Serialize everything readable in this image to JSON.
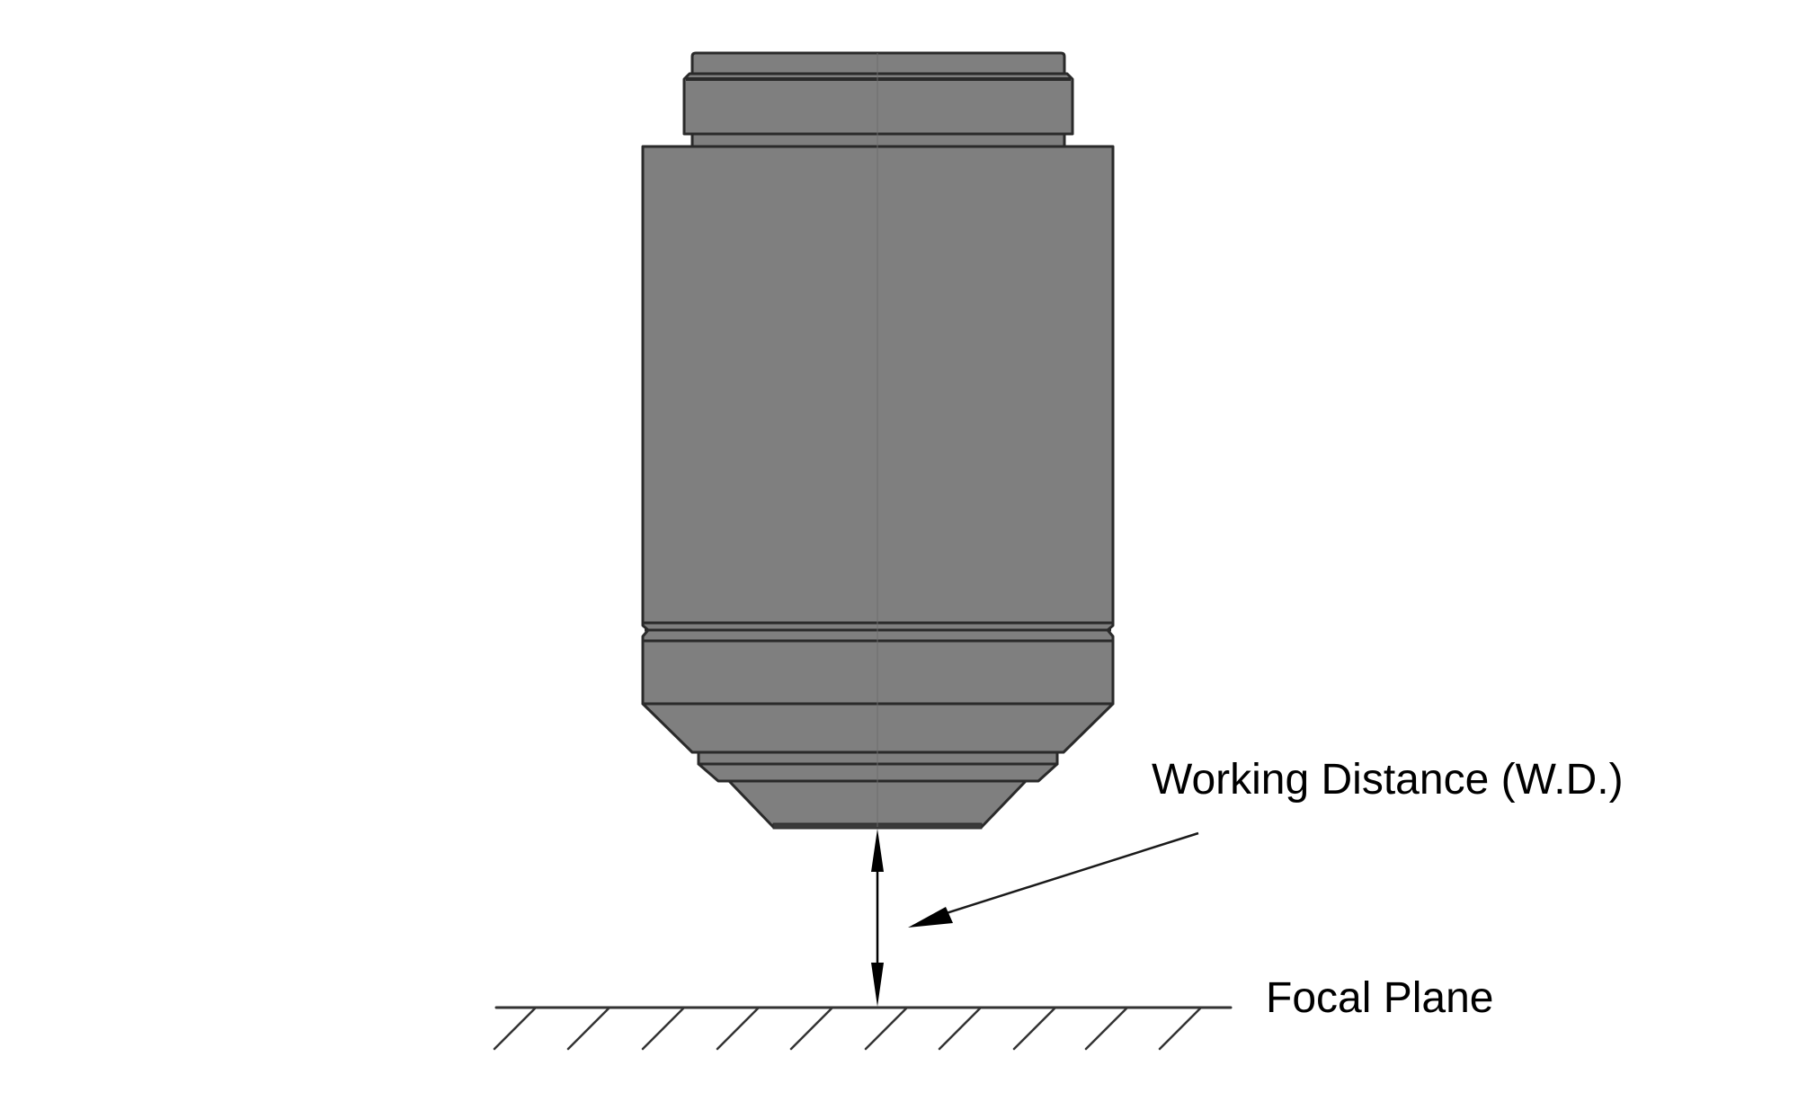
{
  "diagram": {
    "title": "Microscope objective working distance",
    "labels": {
      "working_distance": "Working Distance (W.D.)",
      "focal_plane": "Focal Plane"
    },
    "colors": {
      "body_fill": "#7f7f7f",
      "outline": "#2a2a2a",
      "nose_tip": "#3a3a3a",
      "arrow": "#000000",
      "plane_line": "#333333",
      "background": "#ffffff"
    },
    "components": [
      "objective-top-cap",
      "objective-knurled-ring",
      "objective-neck",
      "objective-barrel",
      "objective-groove",
      "objective-lower-band",
      "objective-taper",
      "objective-ring",
      "objective-taper-2",
      "objective-nose",
      "working-distance-dimension-arrow",
      "working-distance-leader-arrow",
      "focal-plane-line",
      "focal-plane-hatching"
    ],
    "hatch_count": 10
  }
}
